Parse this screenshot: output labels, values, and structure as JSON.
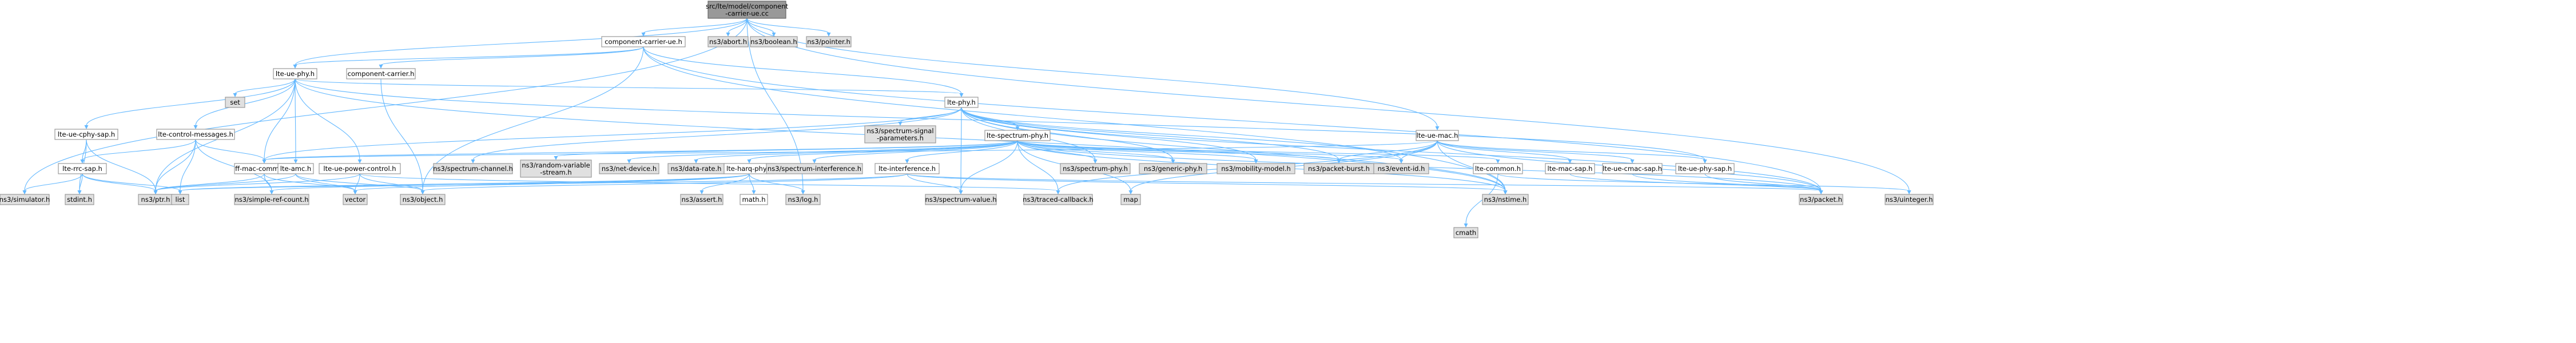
{
  "graph": {
    "title": "src/lte/model/component-carrier-ue.cc",
    "colors": {
      "edge": "#63b8ff",
      "root_fill": "#999999",
      "local_fill": "#ffffff",
      "system_fill": "#e0e0e0"
    },
    "nodes": [
      {
        "id": "root",
        "label": [
          "src/lte/model/component",
          "-carrier-ue.cc"
        ],
        "kind": "root"
      },
      {
        "id": "ccue_h",
        "label": [
          "component-carrier-ue.h"
        ],
        "kind": "local"
      },
      {
        "id": "abort",
        "label": [
          "ns3/abort.h"
        ],
        "kind": "sys"
      },
      {
        "id": "boolean",
        "label": [
          "ns3/boolean.h"
        ],
        "kind": "sys"
      },
      {
        "id": "pointer",
        "label": [
          "ns3/pointer.h"
        ],
        "kind": "sys"
      },
      {
        "id": "lte_ue_phy",
        "label": [
          "lte-ue-phy.h"
        ],
        "kind": "local"
      },
      {
        "id": "cc_h",
        "label": [
          "component-carrier.h"
        ],
        "kind": "local"
      },
      {
        "id": "set",
        "label": [
          "set"
        ],
        "kind": "sys"
      },
      {
        "id": "lte_phy",
        "label": [
          "lte-phy.h"
        ],
        "kind": "local"
      },
      {
        "id": "lte_ue_mac",
        "label": [
          "lte-ue-mac.h"
        ],
        "kind": "local"
      },
      {
        "id": "lte_ue_cphy_sap",
        "label": [
          "lte-ue-cphy-sap.h"
        ],
        "kind": "local"
      },
      {
        "id": "lte_ctrl_msgs",
        "label": [
          "lte-control-messages.h"
        ],
        "kind": "local"
      },
      {
        "id": "ss_params",
        "label": [
          "ns3/spectrum-signal",
          "-parameters.h"
        ],
        "kind": "sys"
      },
      {
        "id": "lte_spectrum_phy",
        "label": [
          "lte-spectrum-phy.h"
        ],
        "kind": "local"
      },
      {
        "id": "lte_rrc_sap",
        "label": [
          "lte-rrc-sap.h"
        ],
        "kind": "local"
      },
      {
        "id": "ff_mac_common",
        "label": [
          "ff-mac-common.h"
        ],
        "kind": "local"
      },
      {
        "id": "lte_amc",
        "label": [
          "lte-amc.h"
        ],
        "kind": "local"
      },
      {
        "id": "lte_ue_power",
        "label": [
          "lte-ue-power-control.h"
        ],
        "kind": "local"
      },
      {
        "id": "spectrum_channel",
        "label": [
          "ns3/spectrum-channel.h"
        ],
        "kind": "sys"
      },
      {
        "id": "rand_var",
        "label": [
          "ns3/random-variable",
          "-stream.h"
        ],
        "kind": "sys"
      },
      {
        "id": "net_device",
        "label": [
          "ns3/net-device.h"
        ],
        "kind": "sys"
      },
      {
        "id": "data_rate",
        "label": [
          "ns3/data-rate.h"
        ],
        "kind": "sys"
      },
      {
        "id": "lte_harq",
        "label": [
          "lte-harq-phy.h"
        ],
        "kind": "local"
      },
      {
        "id": "spectrum_interf",
        "label": [
          "ns3/spectrum-interference.h"
        ],
        "kind": "sys"
      },
      {
        "id": "lte_interference",
        "label": [
          "lte-interference.h"
        ],
        "kind": "local"
      },
      {
        "id": "spectrum_phy",
        "label": [
          "ns3/spectrum-phy.h"
        ],
        "kind": "sys"
      },
      {
        "id": "generic_phy",
        "label": [
          "ns3/generic-phy.h"
        ],
        "kind": "sys"
      },
      {
        "id": "mobility_model",
        "label": [
          "ns3/mobility-model.h"
        ],
        "kind": "sys"
      },
      {
        "id": "packet_burst",
        "label": [
          "ns3/packet-burst.h"
        ],
        "kind": "sys"
      },
      {
        "id": "event_id",
        "label": [
          "ns3/event-id.h"
        ],
        "kind": "sys"
      },
      {
        "id": "lte_common",
        "label": [
          "lte-common.h"
        ],
        "kind": "local"
      },
      {
        "id": "lte_mac_sap",
        "label": [
          "lte-mac-sap.h"
        ],
        "kind": "local"
      },
      {
        "id": "lte_ue_cmac_sap",
        "label": [
          "lte-ue-cmac-sap.h"
        ],
        "kind": "local"
      },
      {
        "id": "lte_ue_phy_sap",
        "label": [
          "lte-ue-phy-sap.h"
        ],
        "kind": "local"
      },
      {
        "id": "simulator",
        "label": [
          "ns3/simulator.h"
        ],
        "kind": "sys"
      },
      {
        "id": "stdint",
        "label": [
          "stdint.h"
        ],
        "kind": "sys"
      },
      {
        "id": "ptr",
        "label": [
          "ns3/ptr.h"
        ],
        "kind": "sys"
      },
      {
        "id": "list",
        "label": [
          "list"
        ],
        "kind": "sys"
      },
      {
        "id": "simple_ref",
        "label": [
          "ns3/simple-ref-count.h"
        ],
        "kind": "sys"
      },
      {
        "id": "vector",
        "label": [
          "vector"
        ],
        "kind": "sys"
      },
      {
        "id": "object",
        "label": [
          "ns3/object.h"
        ],
        "kind": "sys"
      },
      {
        "id": "assert",
        "label": [
          "ns3/assert.h"
        ],
        "kind": "sys"
      },
      {
        "id": "math",
        "label": [
          "math.h"
        ],
        "kind": "local"
      },
      {
        "id": "log",
        "label": [
          "ns3/log.h"
        ],
        "kind": "sys"
      },
      {
        "id": "spectrum_value",
        "label": [
          "ns3/spectrum-value.h"
        ],
        "kind": "sys"
      },
      {
        "id": "traced_cb",
        "label": [
          "ns3/traced-callback.h"
        ],
        "kind": "sys"
      },
      {
        "id": "map",
        "label": [
          "map"
        ],
        "kind": "sys"
      },
      {
        "id": "nstime",
        "label": [
          "ns3/nstime.h"
        ],
        "kind": "sys"
      },
      {
        "id": "packet",
        "label": [
          "ns3/packet.h"
        ],
        "kind": "sys"
      },
      {
        "id": "uinteger",
        "label": [
          "ns3/uinteger.h"
        ],
        "kind": "sys"
      },
      {
        "id": "cmath",
        "label": [
          "cmath"
        ],
        "kind": "sys"
      }
    ],
    "edges": [
      [
        "root",
        "ccue_h"
      ],
      [
        "root",
        "abort"
      ],
      [
        "root",
        "boolean"
      ],
      [
        "root",
        "pointer"
      ],
      [
        "root",
        "lte_ue_phy"
      ],
      [
        "root",
        "lte_ue_mac"
      ],
      [
        "root",
        "log"
      ],
      [
        "root",
        "simulator"
      ],
      [
        "root",
        "uinteger"
      ],
      [
        "ccue_h",
        "cc_h"
      ],
      [
        "ccue_h",
        "lte_ue_phy"
      ],
      [
        "ccue_h",
        "lte_phy"
      ],
      [
        "ccue_h",
        "object"
      ],
      [
        "ccue_h",
        "nstime"
      ],
      [
        "ccue_h",
        "packet"
      ],
      [
        "cc_h",
        "object"
      ],
      [
        "lte_ue_phy",
        "set"
      ],
      [
        "lte_ue_phy",
        "lte_phy"
      ],
      [
        "lte_ue_phy",
        "lte_ue_cphy_sap"
      ],
      [
        "lte_ue_phy",
        "lte_ctrl_msgs"
      ],
      [
        "lte_ue_phy",
        "ff_mac_common"
      ],
      [
        "lte_ue_phy",
        "lte_amc"
      ],
      [
        "lte_ue_phy",
        "lte_ue_power"
      ],
      [
        "lte_ue_phy",
        "lte_ue_phy_sap"
      ],
      [
        "lte_ue_phy",
        "ptr"
      ],
      [
        "lte_ue_phy",
        "nstime"
      ],
      [
        "lte_phy",
        "ss_params"
      ],
      [
        "lte_phy",
        "lte_spectrum_phy"
      ],
      [
        "lte_phy",
        "spectrum_channel"
      ],
      [
        "lte_phy",
        "spectrum_value"
      ],
      [
        "lte_phy",
        "generic_phy"
      ],
      [
        "lte_phy",
        "spectrum_phy"
      ],
      [
        "lte_phy",
        "mobility_model"
      ],
      [
        "lte_phy",
        "packet_burst"
      ],
      [
        "lte_phy",
        "event_id"
      ],
      [
        "lte_phy",
        "ff_mac_common"
      ],
      [
        "lte_phy",
        "nstime"
      ],
      [
        "lte_phy",
        "packet"
      ],
      [
        "lte_spectrum_phy",
        "ff_mac_common"
      ],
      [
        "lte_spectrum_phy",
        "rand_var"
      ],
      [
        "lte_spectrum_phy",
        "net_device"
      ],
      [
        "lte_spectrum_phy",
        "data_rate"
      ],
      [
        "lte_spectrum_phy",
        "lte_harq"
      ],
      [
        "lte_spectrum_phy",
        "spectrum_interf"
      ],
      [
        "lte_spectrum_phy",
        "lte_interference"
      ],
      [
        "lte_spectrum_phy",
        "spectrum_phy"
      ],
      [
        "lte_spectrum_phy",
        "generic_phy"
      ],
      [
        "lte_spectrum_phy",
        "mobility_model"
      ],
      [
        "lte_spectrum_phy",
        "packet_burst"
      ],
      [
        "lte_spectrum_phy",
        "event_id"
      ],
      [
        "lte_spectrum_phy",
        "lte_common"
      ],
      [
        "lte_spectrum_phy",
        "spectrum_value"
      ],
      [
        "lte_spectrum_phy",
        "map"
      ],
      [
        "lte_spectrum_phy",
        "nstime"
      ],
      [
        "lte_spectrum_phy",
        "packet"
      ],
      [
        "lte_spectrum_phy",
        "traced_cb"
      ],
      [
        "lte_ue_mac",
        "lte_mac_sap"
      ],
      [
        "lte_ue_mac",
        "lte_ue_cmac_sap"
      ],
      [
        "lte_ue_mac",
        "lte_ue_phy_sap"
      ],
      [
        "lte_ue_mac",
        "ff_mac_common"
      ],
      [
        "lte_ue_mac",
        "event_id"
      ],
      [
        "lte_ue_mac",
        "packet_burst"
      ],
      [
        "lte_ue_mac",
        "nstime"
      ],
      [
        "lte_ue_mac",
        "traced_cb"
      ],
      [
        "lte_ue_mac",
        "map"
      ],
      [
        "lte_ue_mac",
        "packet"
      ],
      [
        "lte_ue_cphy_sap",
        "lte_rrc_sap"
      ],
      [
        "lte_ue_cphy_sap",
        "stdint"
      ],
      [
        "lte_ue_cphy_sap",
        "ptr"
      ],
      [
        "lte_ctrl_msgs",
        "lte_rrc_sap"
      ],
      [
        "lte_ctrl_msgs",
        "ff_mac_common"
      ],
      [
        "lte_ctrl_msgs",
        "ptr"
      ],
      [
        "lte_ctrl_msgs",
        "list"
      ],
      [
        "lte_ctrl_msgs",
        "simple_ref"
      ],
      [
        "lte_rrc_sap",
        "simulator"
      ],
      [
        "lte_rrc_sap",
        "stdint"
      ],
      [
        "lte_rrc_sap",
        "ptr"
      ],
      [
        "lte_rrc_sap",
        "list"
      ],
      [
        "ff_mac_common",
        "ptr"
      ],
      [
        "ff_mac_common",
        "simple_ref"
      ],
      [
        "ff_mac_common",
        "vector"
      ],
      [
        "lte_amc",
        "vector"
      ],
      [
        "lte_amc",
        "object"
      ],
      [
        "lte_amc",
        "ptr"
      ],
      [
        "lte_ue_power",
        "vector"
      ],
      [
        "lte_ue_power",
        "object"
      ],
      [
        "lte_ue_power",
        "ptr"
      ],
      [
        "lte_ue_power",
        "traced_cb"
      ],
      [
        "lte_harq",
        "assert"
      ],
      [
        "lte_harq",
        "math"
      ],
      [
        "lte_harq",
        "log"
      ],
      [
        "lte_harq",
        "simple_ref"
      ],
      [
        "lte_harq",
        "list"
      ],
      [
        "lte_harq",
        "vector"
      ],
      [
        "lte_interference",
        "object"
      ],
      [
        "lte_interference",
        "spectrum_value"
      ],
      [
        "lte_interference",
        "nstime"
      ],
      [
        "lte_interference",
        "packet"
      ],
      [
        "lte_interference",
        "list"
      ],
      [
        "lte_common",
        "cmath"
      ],
      [
        "lte_common",
        "uinteger"
      ],
      [
        "lte_mac_sap",
        "packet"
      ],
      [
        "lte_ue_cmac_sap",
        "packet"
      ],
      [
        "lte_ue_phy_sap",
        "packet"
      ]
    ]
  }
}
